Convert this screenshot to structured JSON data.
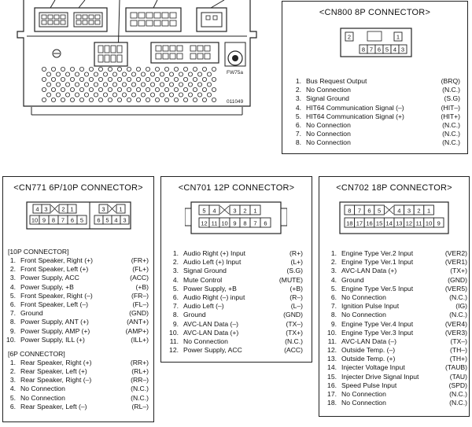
{
  "unit_photo": {
    "label_model": "FW75a",
    "label_serial": "011049"
  },
  "cn800": {
    "title": "<CN800 8P CONNECTOR>",
    "pins_top": [
      "2",
      "1"
    ],
    "pins_bottom": [
      "8",
      "7",
      "6",
      "5",
      "4",
      "3"
    ],
    "rows": [
      {
        "n": "1.",
        "label": "Bus Request Output",
        "code": "(BRQ)"
      },
      {
        "n": "2.",
        "label": "No Connection",
        "code": "(N.C.)"
      },
      {
        "n": "3.",
        "label": "Signal Ground",
        "code": "(S.G)"
      },
      {
        "n": "4.",
        "label": "HIT64 Communication Signal (–)",
        "code": "(HIT–)"
      },
      {
        "n": "5.",
        "label": "HIT64 Communication Signal (+)",
        "code": "(HIT+)"
      },
      {
        "n": "6.",
        "label": "No Connection",
        "code": "(N.C.)"
      },
      {
        "n": "7.",
        "label": "No Connection",
        "code": "(N.C.)"
      },
      {
        "n": "8.",
        "label": "No Connection",
        "code": "(N.C.)"
      }
    ]
  },
  "cn771": {
    "title": "<CN771  6P/10P CONNECTOR>",
    "pins_10p_top": [
      "4",
      "3",
      "",
      "2",
      "1"
    ],
    "pins_10p_bottom": [
      "10",
      "9",
      "8",
      "7",
      "6",
      "5"
    ],
    "pins_6p_top": [
      "3",
      "",
      "1"
    ],
    "pins_6p_bottom": [
      "6",
      "5",
      "4",
      "3"
    ],
    "group10_title": "[10P CONNECTOR]",
    "group10": [
      {
        "n": "1.",
        "label": "Front Speaker, Right (+)",
        "code": "(FR+)"
      },
      {
        "n": "2.",
        "label": "Front Speaker, Left (+)",
        "code": "(FL+)"
      },
      {
        "n": "3.",
        "label": "Power Supply, ACC",
        "code": "(ACC)"
      },
      {
        "n": "4.",
        "label": "Power Supply, +B",
        "code": "(+B)"
      },
      {
        "n": "5.",
        "label": "Front Speaker, Right (–)",
        "code": "(FR–)"
      },
      {
        "n": "6.",
        "label": "Front Speaker, Left (–)",
        "code": "(FL–)"
      },
      {
        "n": "7.",
        "label": "Ground",
        "code": "(GND)"
      },
      {
        "n": "8.",
        "label": "Power Supply, ANT (+)",
        "code": "(ANT+)"
      },
      {
        "n": "9.",
        "label": "Power Supply, AMP (+)",
        "code": "(AMP+)"
      },
      {
        "n": "10.",
        "label": "Power Supply, ILL (+)",
        "code": "(ILL+)"
      }
    ],
    "group6_title": "[6P CONNECTOR]",
    "group6": [
      {
        "n": "1.",
        "label": "Rear Speaker, Right (+)",
        "code": "(RR+)"
      },
      {
        "n": "2.",
        "label": "Rear Speaker, Left (+)",
        "code": "(RL+)"
      },
      {
        "n": "3.",
        "label": "Rear Speaker, Right (–)",
        "code": "(RR–)"
      },
      {
        "n": "4.",
        "label": "No Connection",
        "code": "(N.C.)"
      },
      {
        "n": "5.",
        "label": "No Connection",
        "code": "(N.C.)"
      },
      {
        "n": "6.",
        "label": "Rear Speaker, Left (–)",
        "code": "(RL–)"
      }
    ]
  },
  "cn701": {
    "title": "<CN701 12P CONNECTOR>",
    "pins_top": [
      "5",
      "4",
      "",
      "3",
      "2",
      "1"
    ],
    "pins_bottom": [
      "12",
      "11",
      "10",
      "9",
      "8",
      "7",
      "6"
    ],
    "rows": [
      {
        "n": "1.",
        "label": "Audio Right (+) Input",
        "code": "(R+)"
      },
      {
        "n": "2.",
        "label": "Audio Left (+) Input",
        "code": "(L+)"
      },
      {
        "n": "3.",
        "label": "Signal Ground",
        "code": "(S.G)"
      },
      {
        "n": "4.",
        "label": "Mute Control",
        "code": "(MUTE)"
      },
      {
        "n": "5.",
        "label": "Power Supply, +B",
        "code": "(+B)"
      },
      {
        "n": "6.",
        "label": "Audio Right (–) input",
        "code": "(R–)"
      },
      {
        "n": "7.",
        "label": "Audio Left (–)",
        "code": "(L–)"
      },
      {
        "n": "8.",
        "label": "Ground",
        "code": "(GND)"
      },
      {
        "n": "9.",
        "label": "AVC-LAN Data (–)",
        "code": "(TX–)"
      },
      {
        "n": "10.",
        "label": "AVC-LAN Data (+)",
        "code": "(TX+)"
      },
      {
        "n": "11.",
        "label": "No Connection",
        "code": "(N.C.)"
      },
      {
        "n": "12.",
        "label": "Power Supply, ACC",
        "code": "(ACC)"
      }
    ]
  },
  "cn702": {
    "title": "<CN702 18P CONNECTOR>",
    "pins_top": [
      "8",
      "7",
      "6",
      "5",
      "",
      "4",
      "3",
      "2",
      "1"
    ],
    "pins_bottom": [
      "18",
      "17",
      "16",
      "15",
      "14",
      "13",
      "12",
      "11",
      "10",
      "9"
    ],
    "rows": [
      {
        "n": "1.",
        "label": "Engine Type Ver.2 Input",
        "code": "(VER2)"
      },
      {
        "n": "2.",
        "label": "Engine Type Ver.1 Input",
        "code": "(VER1)"
      },
      {
        "n": "3.",
        "label": "AVC-LAN Data (+)",
        "code": "(TX+)"
      },
      {
        "n": "4.",
        "label": "Ground",
        "code": "(GND)"
      },
      {
        "n": "5.",
        "label": "Engine Type Ver.5 Input",
        "code": "(VER5)"
      },
      {
        "n": "6.",
        "label": "No Connection",
        "code": "(N.C.)"
      },
      {
        "n": "7.",
        "label": "Ignition Pulse Input",
        "code": "(IG)"
      },
      {
        "n": "8.",
        "label": "No Connection",
        "code": "(N.C.)"
      },
      {
        "n": "9.",
        "label": "Engine Type Ver.4 Input",
        "code": "(VER4)"
      },
      {
        "n": "10.",
        "label": "Engine Type Ver.3 Input",
        "code": "(VER3)"
      },
      {
        "n": "11.",
        "label": "AVC-LAN Data (–)",
        "code": "(TX–)"
      },
      {
        "n": "12.",
        "label": "Outside Temp. (–)",
        "code": "(TH–)"
      },
      {
        "n": "13.",
        "label": "Outside Temp. (+)",
        "code": "(TH+)"
      },
      {
        "n": "14.",
        "label": "Injecter Voltage Input",
        "code": "(TAUB)"
      },
      {
        "n": "15.",
        "label": "Injecter Drive Signal Input",
        "code": "(TAU)"
      },
      {
        "n": "16.",
        "label": "Speed Pulse Input",
        "code": "(SPD)"
      },
      {
        "n": "17.",
        "label": "No Connection",
        "code": "(N.C.)"
      },
      {
        "n": "18.",
        "label": "No Connection",
        "code": "(N.C.)"
      }
    ]
  }
}
